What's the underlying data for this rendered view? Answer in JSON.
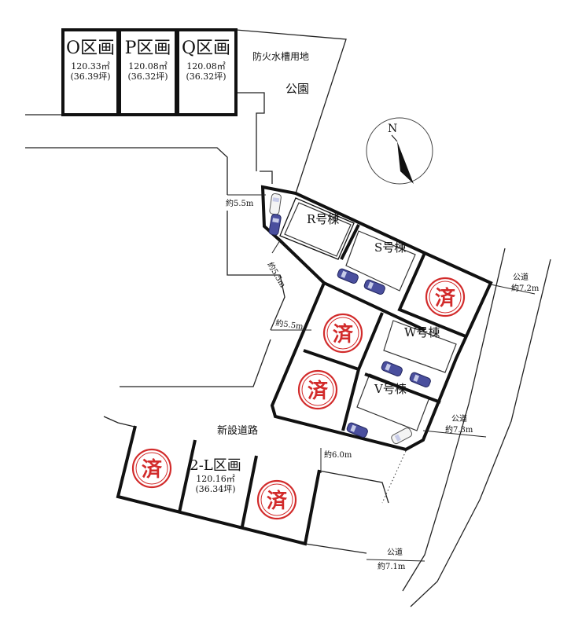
{
  "lots": {
    "o": {
      "name": "O区画",
      "area": "120.33㎡",
      "tsubo": "(36.39坪)"
    },
    "p": {
      "name": "P区画",
      "area": "120.08㎡",
      "tsubo": "(36.32坪)"
    },
    "q": {
      "name": "Q区画",
      "area": "120.08㎡",
      "tsubo": "(36.32坪)"
    },
    "l2": {
      "name": "2-L区画",
      "area": "120.16㎡",
      "tsubo": "(36.34坪)"
    }
  },
  "houses": {
    "r": "R号棟",
    "s": "S号棟",
    "w": "W号棟",
    "v": "V号棟"
  },
  "sold_mark": "済",
  "labels": {
    "fire_tank": "防火水槽用地",
    "park": "公園",
    "new_road": "新設道路",
    "public_road": "公道",
    "road_width_1": "約5.5m",
    "road_width_2": "約5.5m",
    "road_width_3": "約5.5m",
    "road_width_4": "約6.0m",
    "public_road_1": "約7.2m",
    "public_road_2": "約7.3m",
    "public_road_3": "約7.1m"
  },
  "compass": {
    "north": "N"
  }
}
